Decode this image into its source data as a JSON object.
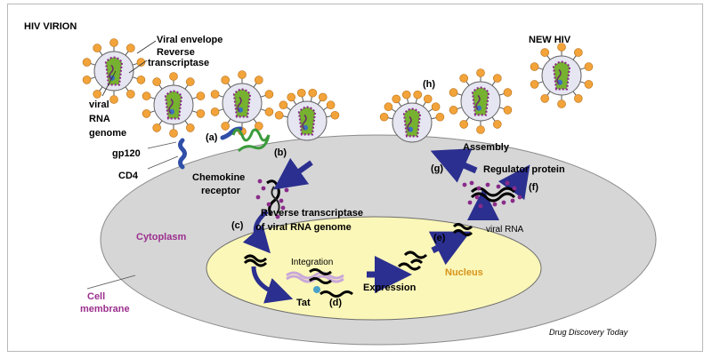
{
  "labels": {
    "hiv_virion": "HIV VIRION",
    "viral_envelope": "Viral envelope",
    "reverse": "Reverse",
    "transcriptase": "transcriptase",
    "viral": "viral",
    "rna": "RNA",
    "genome": "genome",
    "gp120": "gp120",
    "cd4": "CD4",
    "step_a": "(a)",
    "step_b": "(b)",
    "chemokine": "Chemokine",
    "receptor": "receptor",
    "rt_line1": "Reverse transcriptase",
    "rt_line2": "of viral RNA genome",
    "step_c": "(c)",
    "cytoplasm": "Cytoplasm",
    "integration": "Integration",
    "expression": "Expression",
    "nucleus": "Nucleus",
    "tat": "Tat",
    "step_d": "(d)",
    "step_e": "(e)",
    "viral_rna": "viral RNA",
    "step_f": "(f)",
    "regulator_protein": "Regulator protein",
    "step_g": "(g)",
    "assembly": "Assembly",
    "step_h": "(h)",
    "new_hiv": "NEW HIV",
    "cell": "Cell",
    "membrane": "membrane",
    "credit": "Drug Discovery Today"
  },
  "colors": {
    "cell_fill": "#d6d6d6",
    "nucleus_fill": "#fbf7b8",
    "virion_body": "#e6e6f2",
    "spike": "#f2a33a",
    "core": "#76b12f",
    "protein_purple": "#8a2b8a",
    "arrow_navy": "#2b2f8f",
    "membrane_label": "#9b2f8e",
    "cytoplasm_label": "#9b2f8e",
    "nucleus_label": "#d6931c",
    "receptor_green": "#3a9a3a",
    "cd4_blue": "#2f4fa8"
  }
}
